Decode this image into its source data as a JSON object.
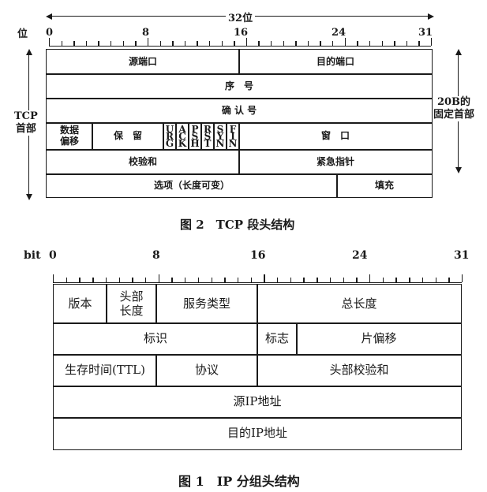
{
  "tcp": {
    "width_label": "32位",
    "bit_label": "位",
    "bit_marks": [
      "0",
      "8",
      "16",
      "24",
      "31"
    ],
    "side_left": "TCP\n首部",
    "side_right": "20B的\n固定首部",
    "rows": {
      "src_port": "源端口",
      "dst_port": "目的端口",
      "seq": "序　号",
      "ack": "确 认 号",
      "data_offset": "数据\n偏移",
      "reserved": "保　留",
      "flags": [
        "URG",
        "ACK",
        "PSH",
        "RST",
        "SYN",
        "FIN"
      ],
      "window": "窗　口",
      "checksum": "校验和",
      "urgent": "紧急指针",
      "options": "选项（长度可变）",
      "padding": "填充"
    },
    "caption": "图 2　TCP 段头结构"
  },
  "ip": {
    "bit_label": "bit",
    "bit_marks": [
      "0",
      "8",
      "16",
      "24",
      "31"
    ],
    "rows": {
      "version": "版本",
      "ihl": "头部\n长度",
      "tos": "服务类型",
      "total_length": "总长度",
      "identification": "标识",
      "flags": "标志",
      "fragment_offset": "片偏移",
      "ttl": "生存时间(TTL)",
      "protocol": "协议",
      "header_checksum": "头部校验和",
      "src_ip": "源IP地址",
      "dst_ip": "目的IP地址"
    },
    "caption": "图 1　IP 分组头结构"
  }
}
